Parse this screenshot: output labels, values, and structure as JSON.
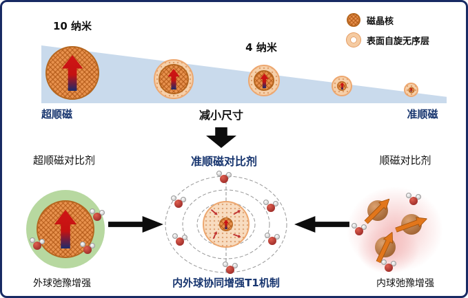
{
  "figure": {
    "top": {
      "label_10nm": "10 纳米",
      "label_4nm": "4 纳米",
      "axis_left": "超顺磁",
      "axis_center": "减小尺寸",
      "axis_right": "准顺磁",
      "legend_core": "磁晶核",
      "legend_shell": "表面自旋无序层"
    },
    "bottom": {
      "left_title": "超顺磁对比剂",
      "center_title": "准顺磁对比剂",
      "right_title": "顺磁对比剂",
      "left_caption": "外球弛豫增强",
      "center_caption": "内外球协同增强T1机制",
      "right_caption": "内球弛豫增强"
    },
    "colors": {
      "frame_border": "#182a63",
      "wedge_blue": "#c9daec",
      "core_orange": "#e8924e",
      "shell_peach": "#f6d0aa",
      "accent_blue_text": "#17356f",
      "arrow_red": "#c41212",
      "arrow_navy": "#1d2a6b",
      "ring_green": "#b7d8a0",
      "glow_pink": "#f3b9b9"
    }
  }
}
